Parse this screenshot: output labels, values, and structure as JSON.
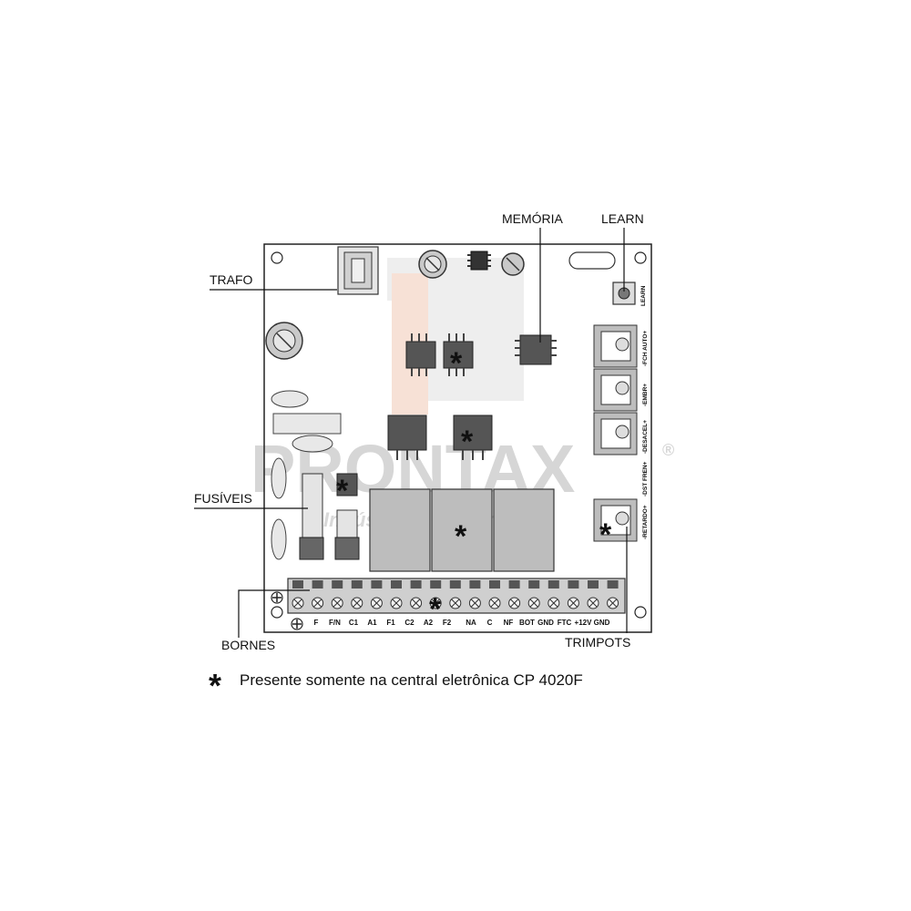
{
  "labels": {
    "trafo": "TRAFO",
    "memoria": "MEMÓRIA",
    "learn": "LEARN",
    "fusiveis": "FUSÍVEIS",
    "bornes": "BORNES",
    "trimpots": "TRIMPOTS",
    "learn_small": "LEARN"
  },
  "trimpot_labels": [
    "-FCH AUTO+",
    "-EMBR+",
    "-DESACEL+",
    "-DST FREN+",
    "-RETARDO+"
  ],
  "terminals_left": [
    "F",
    "F/N",
    "C1",
    "A1",
    "F1",
    "C2",
    "A2",
    "F2"
  ],
  "terminals_right": [
    "NA",
    "C",
    "NF",
    "BOT",
    "GND",
    "FTC",
    "+12V",
    "GND"
  ],
  "footnote": "Presente somente na central eletrônica CP 4020F",
  "watermark": {
    "brand": "PRONTAX",
    "registered": "®",
    "tagline": "Indústria e Comércio"
  }
}
